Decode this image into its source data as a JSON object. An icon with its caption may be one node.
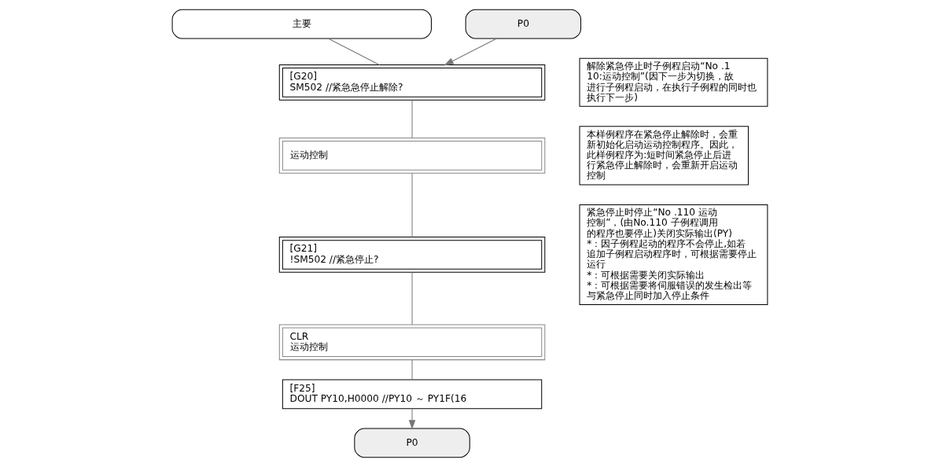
{
  "diagram": {
    "nodes": [
      {
        "text": [
          "主要"
        ]
      },
      {
        "text": [
          "P0"
        ]
      },
      {
        "text": [
          "[G20]",
          "SM502 //紧急急停止解除?"
        ]
      },
      {
        "text": [
          "运动控制"
        ]
      },
      {
        "text": [
          "[G21]",
          "!SM502 //紧急停止?"
        ]
      },
      {
        "text": [
          "CLR",
          "运动控制"
        ]
      },
      {
        "text": [
          "[F25]",
          "DOUT PY10,H0000 //PY10 ～ PY1F(16"
        ]
      },
      {
        "text": [
          "P0"
        ]
      },
      {
        "text": [
          "解除紧急停止时子例程启动“No .110:运动控制”(因下一步为切换，故进行子例程启动，在执行子例程的同时也执行下一步)"
        ]
      },
      {
        "text": [
          "紧急停止时停止“No .110 运动控制”，(由No.110 子例程调用的程序也要停止)关闭实际输出(PY)",
          "*：因子例程起动的程序不会停止,如若追加子例程启动程序时，可根据需要停止运行",
          "*：可根据需要关闭实际输出",
          "*：可根据需要将伺服错误的发生检出等与紧急停止同时加入停止条件"
        ]
      },
      {
        "text": [
          "本样例程序在紧急停止解除时，会重新初始化启动运动控制程序。因此，此样例程序为:短时间紧急停止后进行紧急停止解除时，会重新开启运动控制"
        ]
      }
    ],
    "edges": [
      {
        "from": 0,
        "to": 2,
        "arrow": "none"
      },
      {
        "from": 1,
        "to": 2,
        "arrow": "to"
      },
      {
        "from": 2,
        "to": 3,
        "arrow": "none"
      },
      {
        "from": 3,
        "to": 4,
        "arrow": "none"
      },
      {
        "from": 4,
        "to": 5,
        "arrow": "none"
      },
      {
        "from": 5,
        "to": 6,
        "arrow": "none"
      },
      {
        "from": 6,
        "to": 7,
        "arrow": "to"
      }
    ]
  }
}
